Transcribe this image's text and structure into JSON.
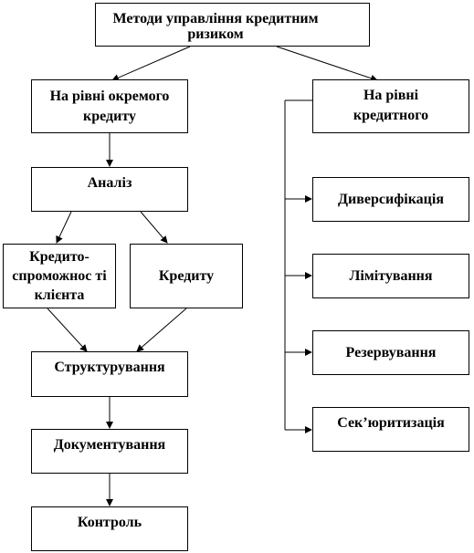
{
  "diagram": {
    "nodes": {
      "root": "Методи управління кредитним ризиком",
      "individual_level": "На рівні окремого кредиту",
      "portfolio_level": "На рівні кредитного",
      "analysis": "Аналіз",
      "creditworthiness": "Кредито- спроможнос ті клієнта",
      "credit": "Кредиту",
      "structuring": "Структурування",
      "documenting": "Документування",
      "control": "Контроль",
      "diversification": "Диверсифікація",
      "limiting": "Лімітування",
      "reserving": "Резервування",
      "securitization": "Сек’юритизація"
    },
    "edges": [
      [
        "root",
        "individual_level"
      ],
      [
        "root",
        "portfolio_level"
      ],
      [
        "individual_level",
        "analysis"
      ],
      [
        "analysis",
        "creditworthiness"
      ],
      [
        "analysis",
        "credit"
      ],
      [
        "creditworthiness",
        "structuring"
      ],
      [
        "credit",
        "structuring"
      ],
      [
        "structuring",
        "documenting"
      ],
      [
        "documenting",
        "control"
      ],
      [
        "portfolio_level",
        "diversification"
      ],
      [
        "portfolio_level",
        "limiting"
      ],
      [
        "portfolio_level",
        "reserving"
      ],
      [
        "portfolio_level",
        "securitization"
      ]
    ]
  }
}
